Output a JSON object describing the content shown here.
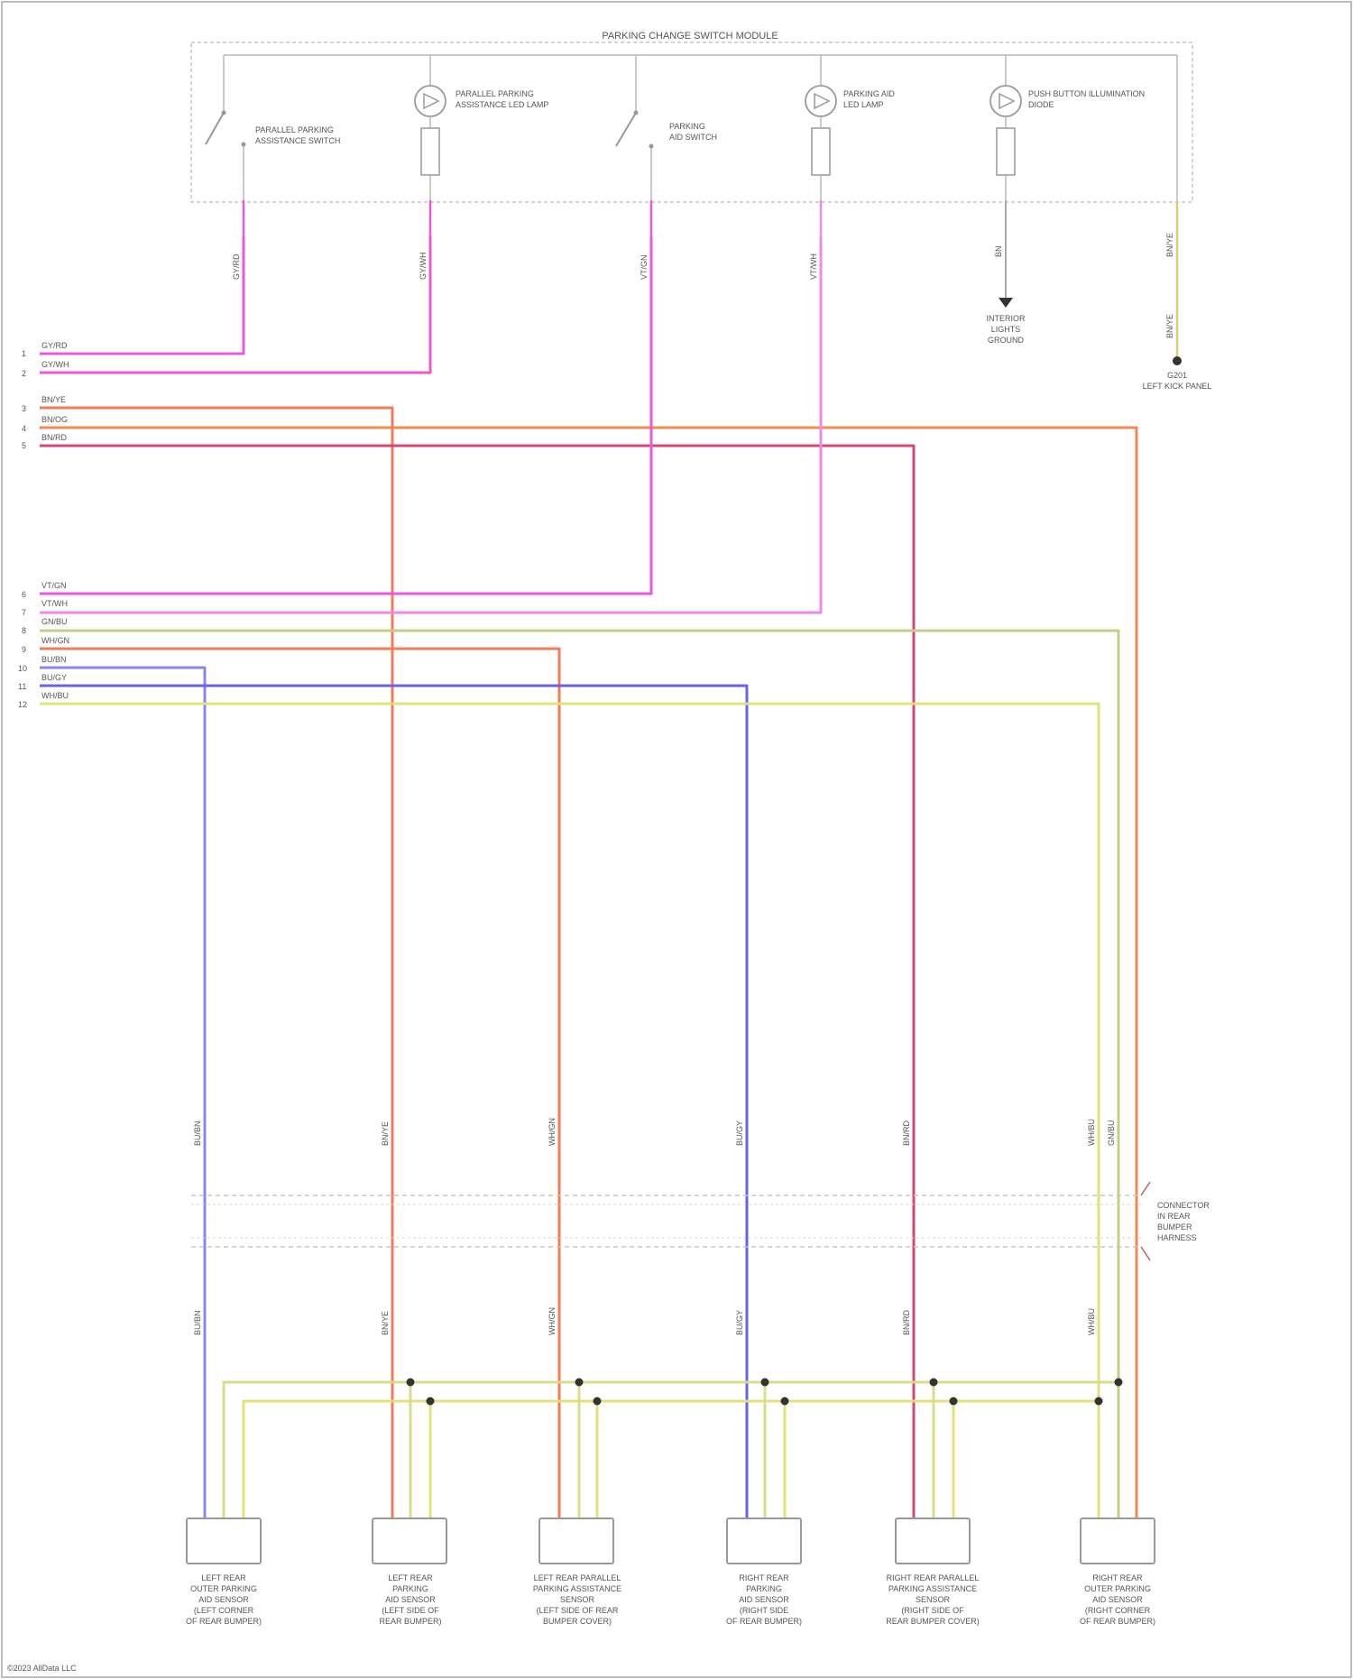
{
  "diagram": {
    "title": "PARKING CHANGE SWITCH MODULE",
    "footer": "©2023 AllData LLC",
    "module_components": [
      {
        "id": "c1",
        "label_1": "PARALLEL PARKING",
        "label_2": "ASSISTANCE SWITCH"
      },
      {
        "id": "c2",
        "label_1": "PARALLEL PARKING",
        "label_2": "ASSISTANCE LED LAMP"
      },
      {
        "id": "c3",
        "label_1": "PARKING",
        "label_2": "AID SWITCH"
      },
      {
        "id": "c4",
        "label_1": "PARKING AID",
        "label_2": "LED LAMP"
      },
      {
        "id": "c5",
        "label_1": "PUSH BUTTON ILLUMINATION",
        "label_2": "DIODE"
      }
    ],
    "ground": {
      "label_1": "INTERIOR",
      "label_2": "LIGHTS",
      "label_3": "GROUND"
    },
    "splice": {
      "label_1": "G201",
      "label_2": "LEFT KICK PANEL"
    },
    "connector_label": {
      "line1": "CONNECTOR",
      "line2": "IN REAR",
      "line3": "BUMPER",
      "line4": "HARNESS"
    },
    "wire_codes": {
      "pin1": "GY/RD",
      "pin2": "GY/WH",
      "pin3": "BN/YE",
      "pin4": "BN/OG",
      "pin5": "BN/RD",
      "pin6": "VT/GN",
      "pin7": "VT/WH",
      "pin8": "GN/BU",
      "pin9": "WH/GN",
      "pin10": "BU/BN",
      "pin11": "BU/GY",
      "pin12": "WH/BU",
      "gnd": "BN",
      "spl": "BN/YE"
    },
    "pin_numbers": [
      "1",
      "2",
      "3",
      "4",
      "5",
      "6",
      "7",
      "8",
      "9",
      "10",
      "11",
      "12"
    ],
    "sensors": [
      {
        "id": "s1",
        "label_1": "LEFT REAR",
        "label_2": "OUTER PARKING",
        "label_3": "AID SENSOR",
        "label_4": "(LEFT CORNER",
        "label_5": "OF REAR BUMPER)"
      },
      {
        "id": "s2",
        "label_1": "LEFT REAR",
        "label_2": "PARKING",
        "label_3": "AID SENSOR",
        "label_4": "(LEFT SIDE OF",
        "label_5": "REAR BUMPER)"
      },
      {
        "id": "s3",
        "label_1": "LEFT REAR PARALLEL",
        "label_2": "PARKING ASSISTANCE",
        "label_3": "SENSOR",
        "label_4": "(LEFT SIDE OF REAR",
        "label_5": "BUMPER COVER)"
      },
      {
        "id": "s4",
        "label_1": "RIGHT REAR",
        "label_2": "PARKING",
        "label_3": "AID SENSOR",
        "label_4": "(RIGHT SIDE",
        "label_5": "OF REAR BUMPER)"
      },
      {
        "id": "s5",
        "label_1": "RIGHT REAR PARALLEL",
        "label_2": "PARKING ASSISTANCE",
        "label_3": "SENSOR",
        "label_4": "(RIGHT SIDE OF",
        "label_5": "REAR BUMPER COVER)"
      },
      {
        "id": "s6",
        "label_1": "RIGHT REAR",
        "label_2": "OUTER PARKING",
        "label_3": "AID SENSOR",
        "label_4": "(RIGHT CORNER",
        "label_5": "OF REAR BUMPER)"
      }
    ],
    "colors": {
      "pink": "#e85ad8",
      "pink_light": "#ef8ae6",
      "orange_salmon": "#f07c5a",
      "orange": "#ef8a52",
      "crimson": "#d5477a",
      "olive": "#c8cc86",
      "yellow": "#e4e07a",
      "blue": "#6a62e6",
      "periwinkle": "#8b84ec",
      "gray": "#aaaaaa"
    }
  }
}
